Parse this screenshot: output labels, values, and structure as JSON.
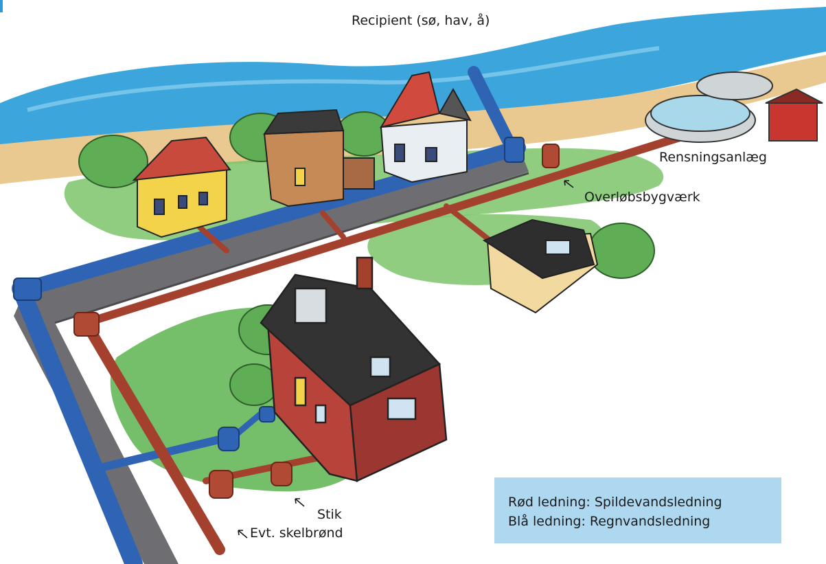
{
  "labels": {
    "recipient": "Recipient (sø, hav, å)",
    "treatment_plant": "Rensningsanlæg",
    "overflow": "Overløbsbygværk",
    "service_pipe": "Stik",
    "boundary_well": "Evt. skelbrønd"
  },
  "legend": {
    "red_line": "Rød ledning: Spildevandsledning",
    "blue_line": "Blå ledning: Regnvandsledning"
  },
  "colors": {
    "sea": "#3ca6dc",
    "sand": "#e9c98f",
    "grass": "#67b85a",
    "road": "#6e6e72",
    "wastewater_pipe": "#a4412e",
    "stormwater_pipe": "#2f64b4",
    "legend_background": "#aed8f0"
  }
}
